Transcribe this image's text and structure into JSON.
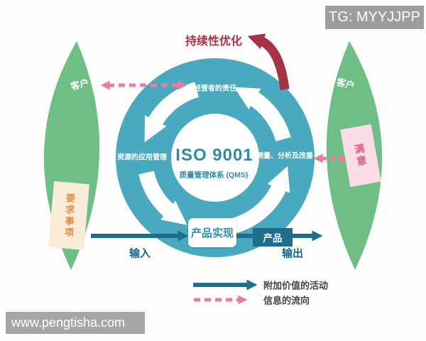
{
  "colors": {
    "ring_teal": "#49a9bf",
    "dark_teal": "#1e6f8e",
    "green_arc": "#6fbe85",
    "dark_red": "#a63247",
    "pink": "#e87e9c",
    "cream": "#faecd9",
    "orange": "#de8e3e",
    "light_pink": "#fbdce7",
    "gray_tag": "#9d9d9d"
  },
  "overlay": {
    "tag": "TG: MYYJJPP",
    "watermark": "www.pengtisha.com"
  },
  "diagram": {
    "title": "持续性优化",
    "center": {
      "line1": "ISO 9001",
      "line2": "质量管理体系 (QMS)"
    },
    "ring_labels": {
      "top": "经营者的责任",
      "left": "资源的应用管理",
      "right": "测量、分析及改善"
    },
    "process": {
      "realization": "产品实现",
      "product": "产品",
      "input": "输入",
      "output": "输出"
    },
    "left_arc": {
      "customer": "客户",
      "requirements": "要求事项"
    },
    "right_arc": {
      "customer": "客户",
      "satisfaction": "满意"
    },
    "legend": [
      {
        "label": "附加价值的活动",
        "style": "solid"
      },
      {
        "label": "信息的流向",
        "style": "dashed"
      }
    ]
  }
}
